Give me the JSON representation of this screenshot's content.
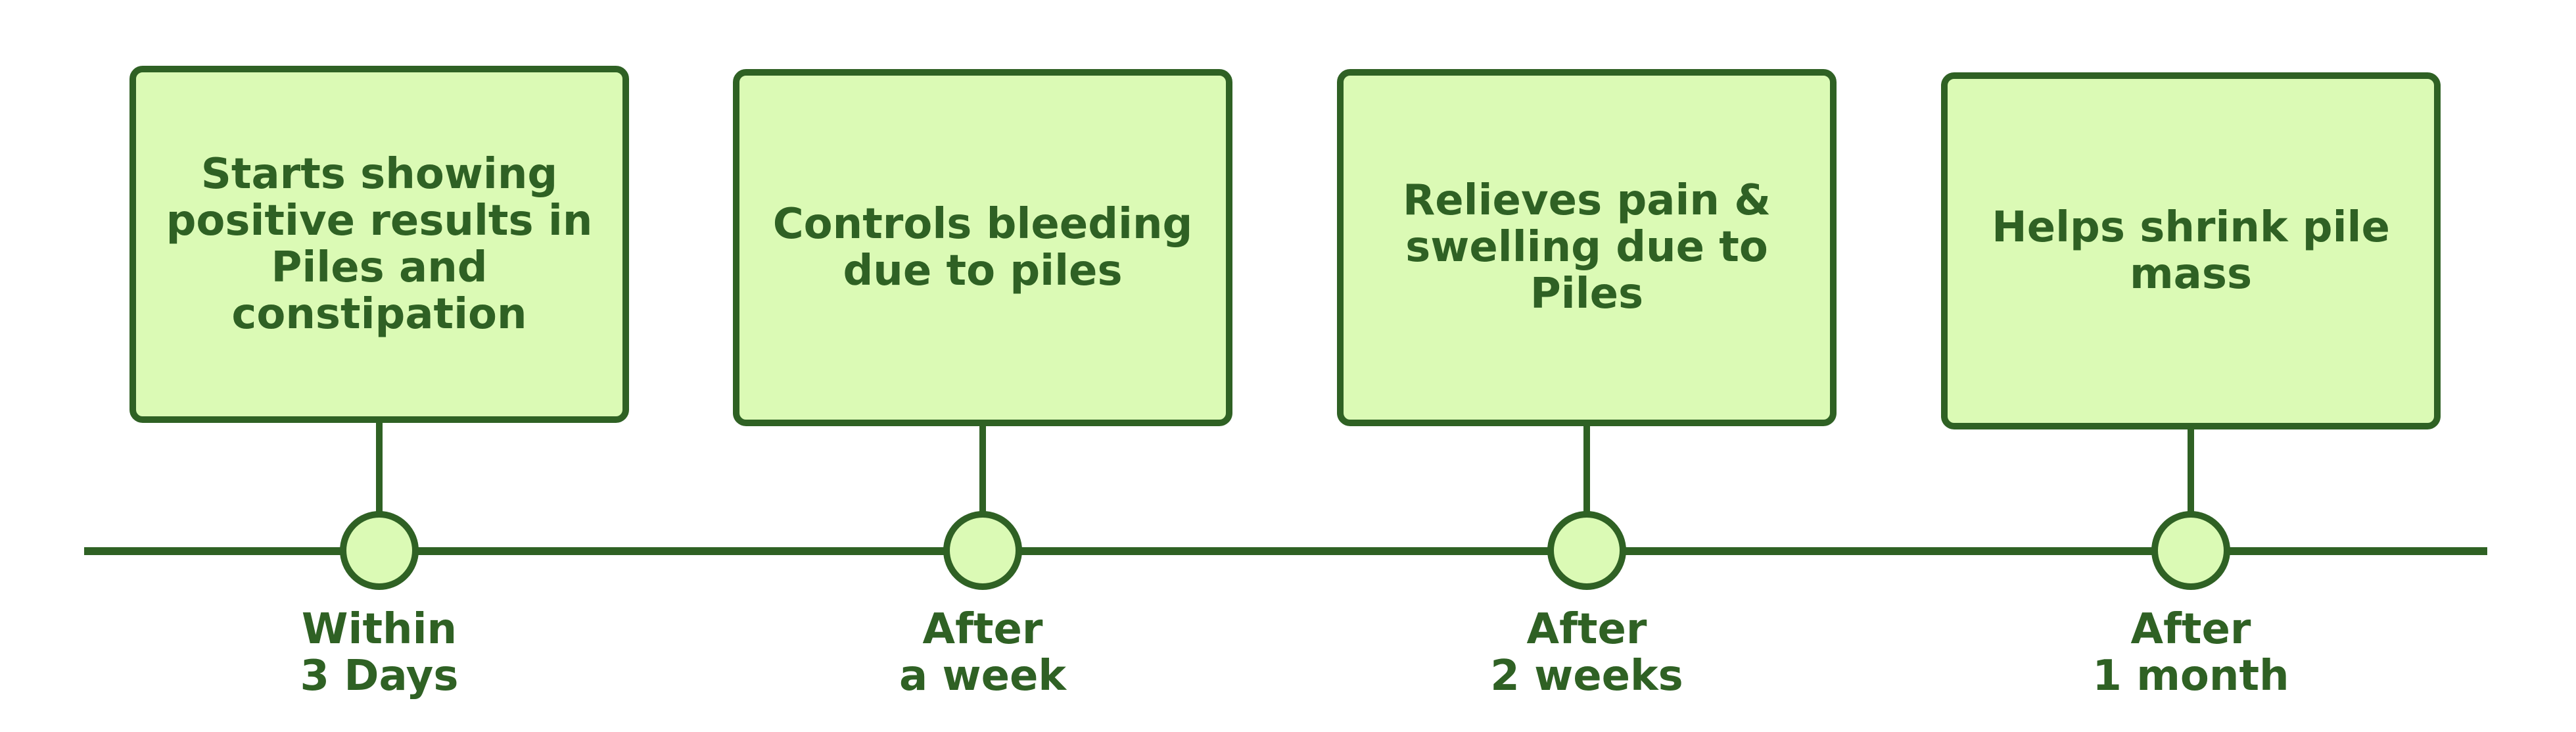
{
  "colors": {
    "line": "#2f6124",
    "fill": "#dbfab5",
    "text": "#2f6124",
    "background": "#ffffff"
  },
  "milestones": [
    {
      "card_text": "Starts showing\npositive results in\nPiles and\nconstipation",
      "label": "Within\n3 Days"
    },
    {
      "card_text": "Controls bleeding\ndue to piles",
      "label": "After\na week"
    },
    {
      "card_text": "Relieves pain &\nswelling due to Piles",
      "label": "After\n2 weeks"
    },
    {
      "card_text": "Helps shrink pile\nmass",
      "label": "After\n1 month"
    }
  ]
}
